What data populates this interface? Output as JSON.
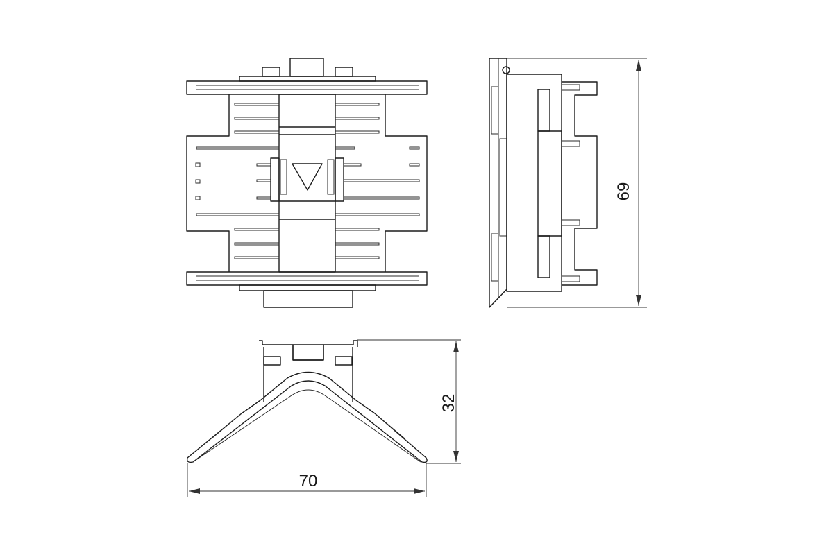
{
  "dimensions": {
    "width": "70",
    "height_side": "69",
    "height_front": "32"
  },
  "colors": {
    "background": "#ffffff",
    "line": "#1c1c1c"
  }
}
